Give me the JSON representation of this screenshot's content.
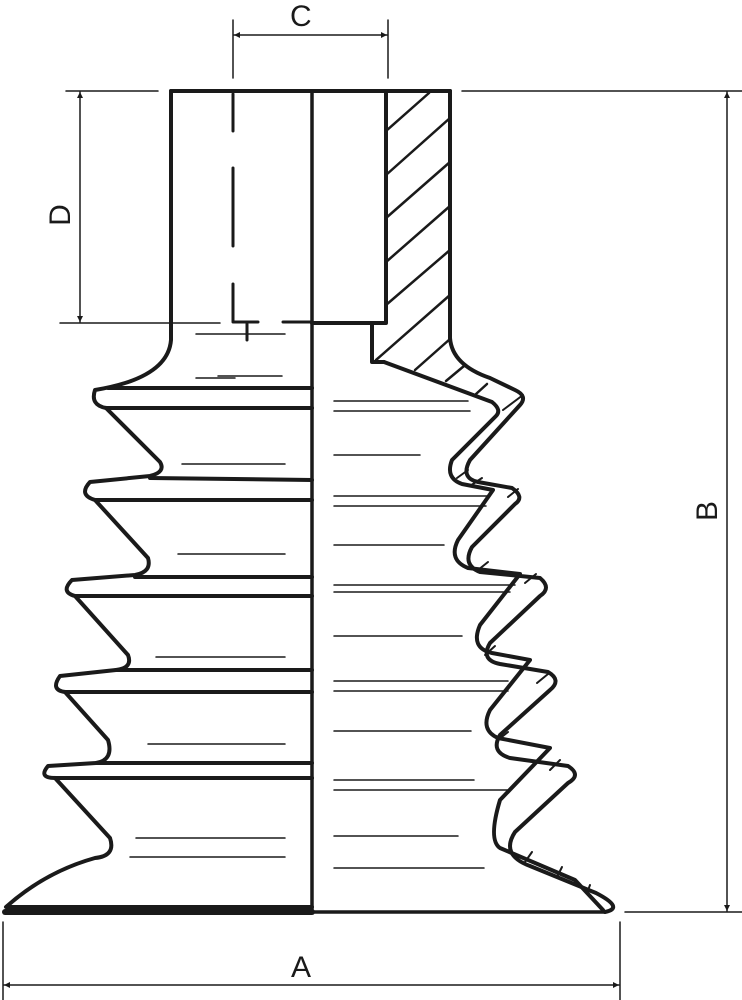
{
  "figure": {
    "subject": "Bellows suction cup, side view with half section",
    "line_color": "#1a1a1a",
    "background": "#ffffff"
  },
  "dimensions": {
    "A": {
      "label": "A",
      "description": "overall outer diameter at base"
    },
    "B": {
      "label": "B",
      "description": "overall height"
    },
    "C": {
      "label": "C",
      "description": "inner bore diameter at top"
    },
    "D": {
      "label": "D",
      "description": "depth of top connection bore"
    }
  }
}
